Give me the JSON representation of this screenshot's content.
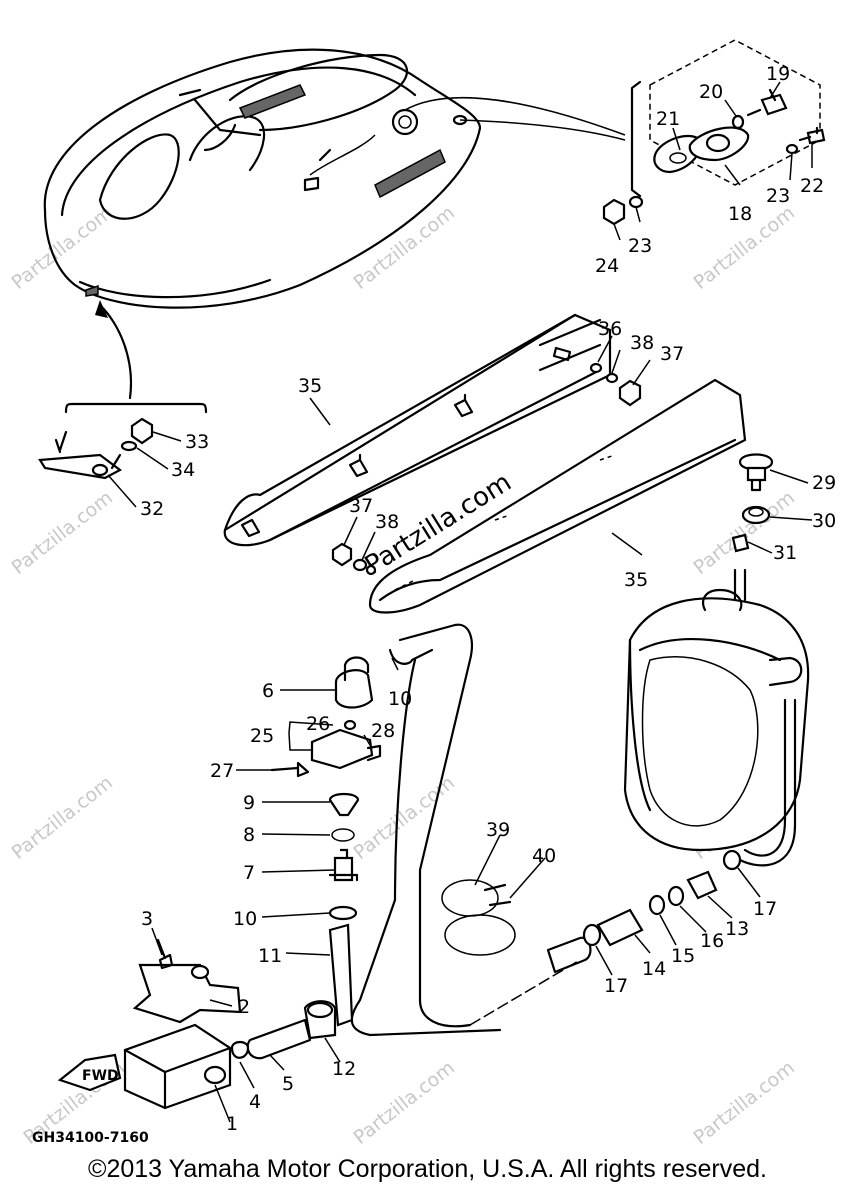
{
  "callouts": [
    "1",
    "2",
    "3",
    "4",
    "5",
    "6",
    "7",
    "8",
    "9",
    "10",
    "10",
    "11",
    "12",
    "13",
    "14",
    "15",
    "16",
    "17",
    "17",
    "18",
    "19",
    "20",
    "21",
    "22",
    "23",
    "23",
    "24",
    "25",
    "26",
    "27",
    "28",
    "29",
    "30",
    "31",
    "32",
    "33",
    "34",
    "35",
    "35",
    "36",
    "37",
    "37",
    "38",
    "38",
    "39",
    "40"
  ],
  "fwd_label": "FWD",
  "diagram_code": "GH34100-7160",
  "watermark": "Partzilla.com",
  "copyright": "©2013 Yamaha Motor Corporation, U.S.A. All rights reserved."
}
